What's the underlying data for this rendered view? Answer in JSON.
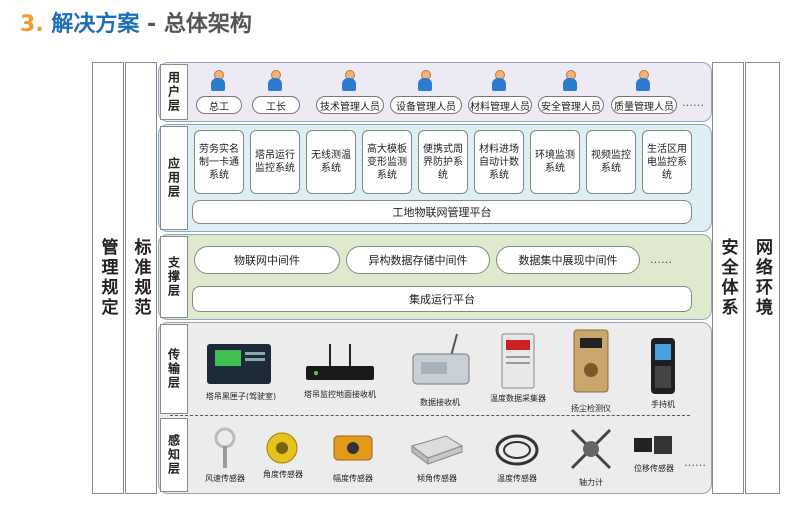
{
  "title": {
    "number": "3.",
    "main": "解决方案",
    "separator": "-",
    "sub": "总体架构"
  },
  "left_bars": [
    "管理规定",
    "标准规范"
  ],
  "right_bars": [
    "安全体系",
    "网络环境"
  ],
  "layers": {
    "user": {
      "label": "用户层",
      "roles": [
        "总工",
        "工长",
        "技术管理人员",
        "设备管理人员",
        "材料管理人员",
        "安全管理人员",
        "质量管理人员"
      ],
      "more": "……"
    },
    "app": {
      "label": "应用层",
      "systems": [
        "劳务实名制一卡通系统",
        "塔吊运行监控系统",
        "无线测温系统",
        "高大模板变形监测系统",
        "便携式周界防护系统",
        "材料进场自动计数系统",
        "环境监测系统",
        "视频监控系统",
        "生活区用电监控系统"
      ],
      "platform": "工地物联网管理平台"
    },
    "support": {
      "label": "支撑层",
      "middleware": [
        "物联网中间件",
        "异构数据存储中间件",
        "数据集中展现中间件"
      ],
      "more": "……",
      "platform": "集成运行平台"
    },
    "transport": {
      "label": "传输层",
      "devices": [
        "塔吊黑匣子(驾驶室)",
        "塔吊监控地面接收机",
        "数据接收机",
        "温度数据采集器",
        "扬尘检测仪",
        "手持机"
      ]
    },
    "sense": {
      "label": "感知层",
      "devices": [
        "风速传感器",
        "角度传感器",
        "幅度传感器",
        "倾角传感器",
        "温度传感器",
        "轴力计",
        "位移传感器"
      ],
      "more": "……"
    }
  },
  "colors": {
    "user_bg": "#eeeaf3",
    "app_bg": "#ddeef5",
    "support_bg": "#dfe9cd",
    "hw_bg": "#ececec"
  }
}
